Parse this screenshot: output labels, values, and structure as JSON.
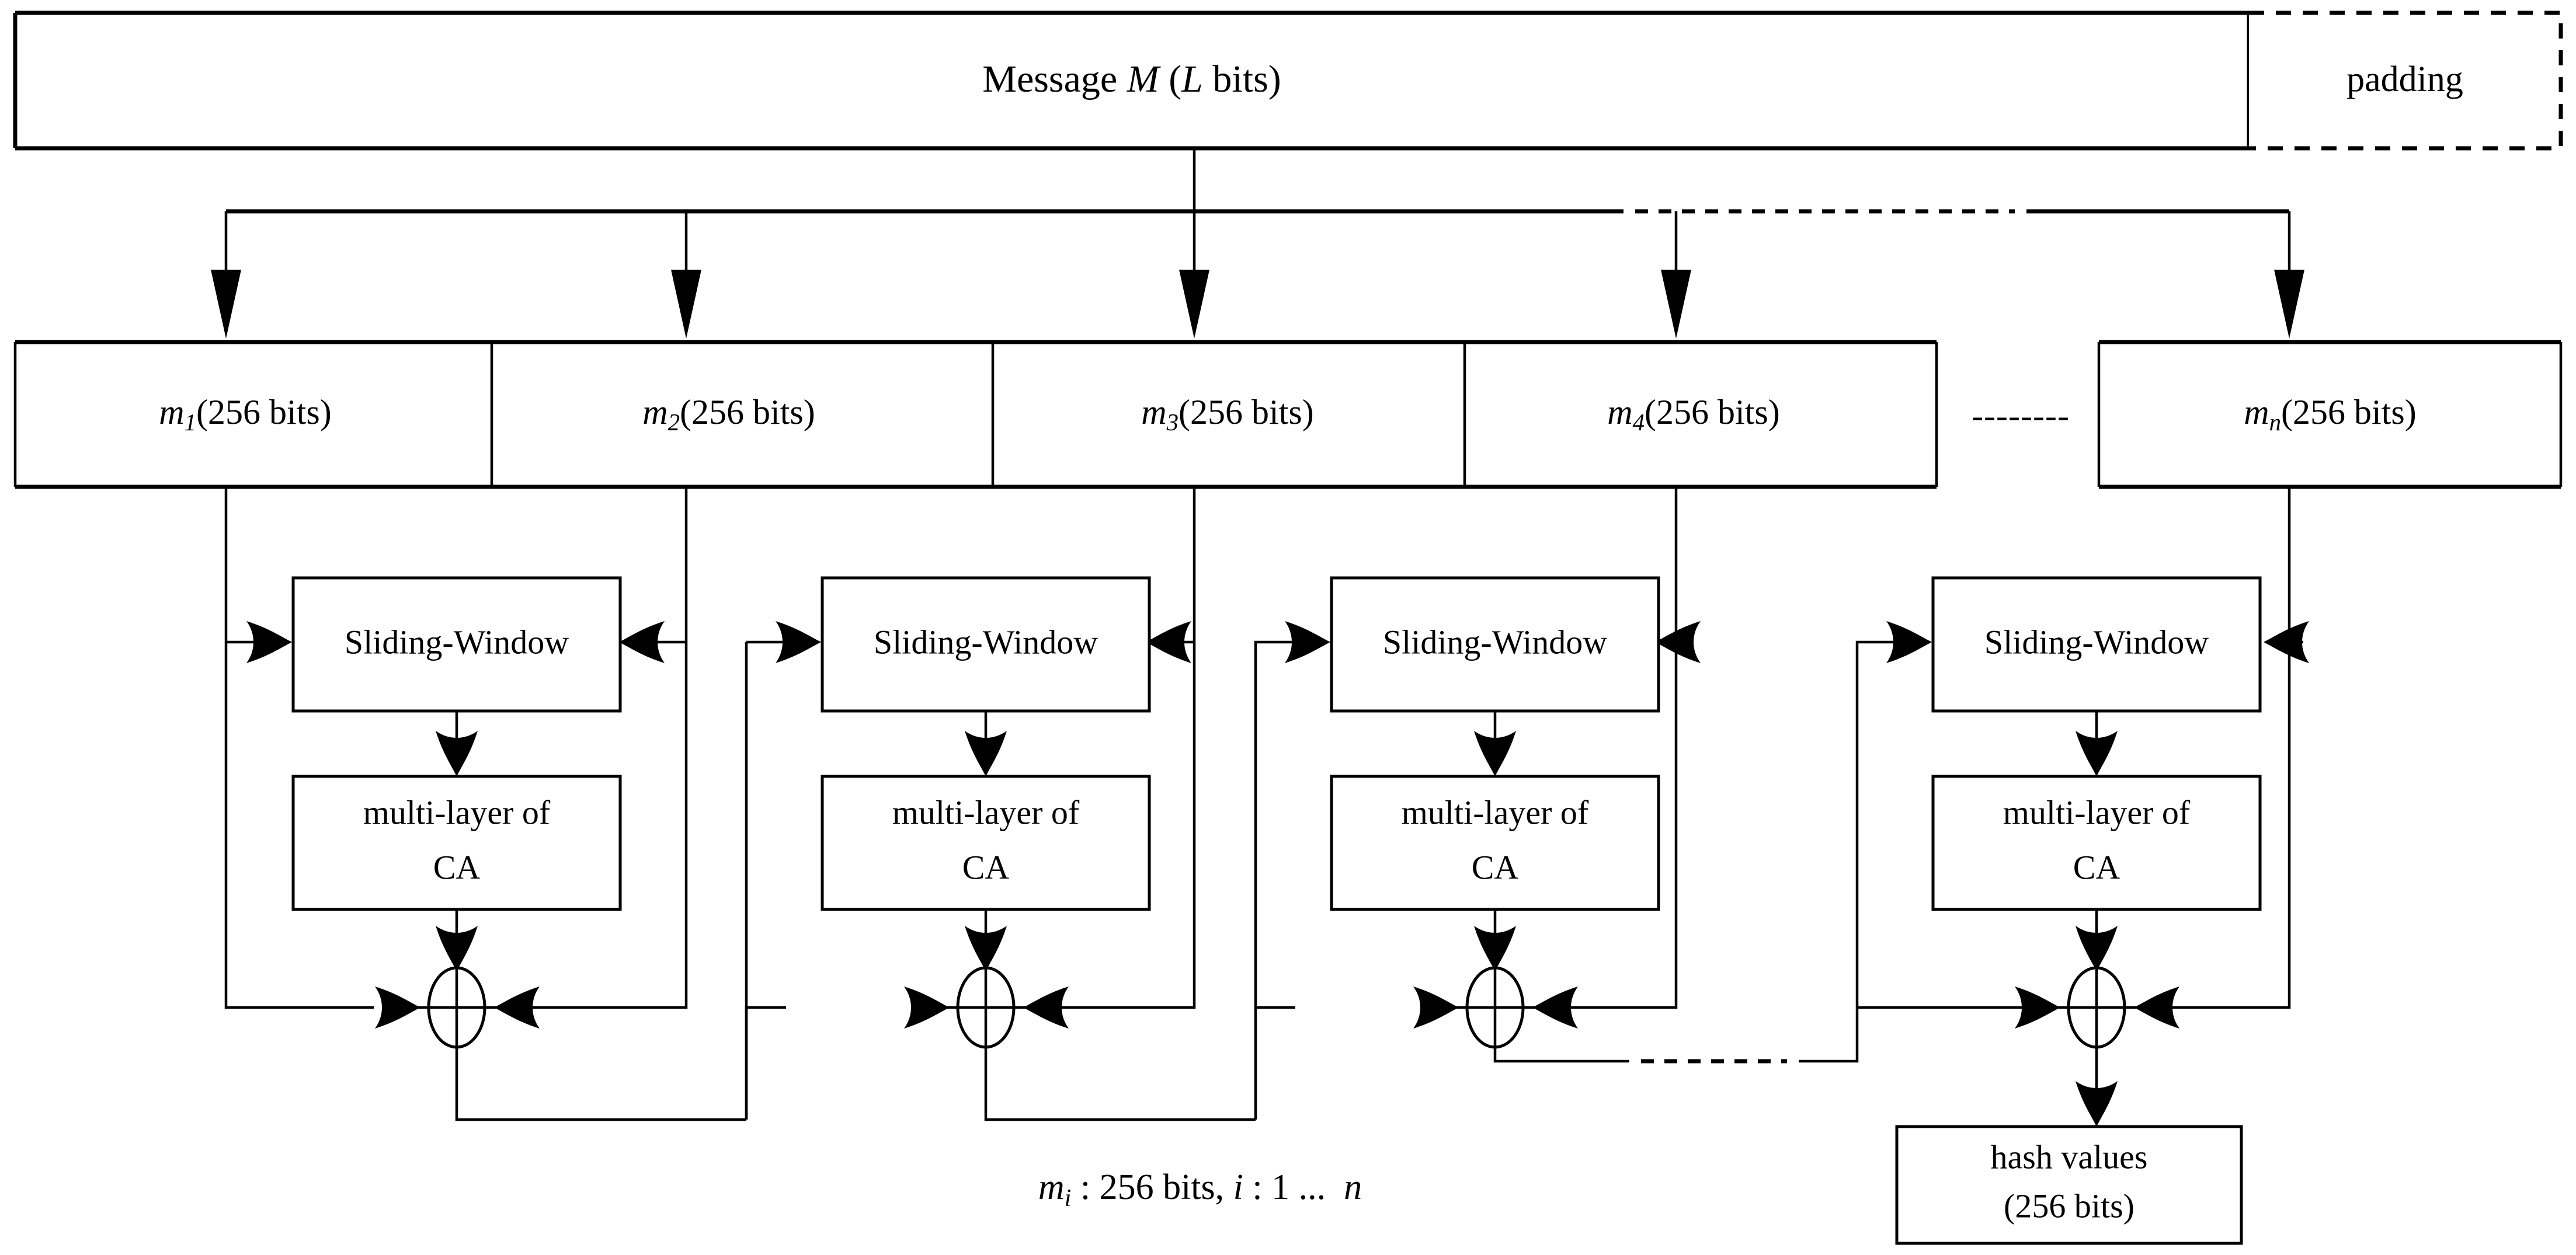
{
  "diagram": {
    "title_block": {
      "label": "Message M (L bits)",
      "label_prefix": "Message ",
      "label_var1": "M",
      "label_mid": " (",
      "label_var2": "L",
      "label_suffix": " bits)"
    },
    "padding_block": {
      "label": "padding"
    },
    "message_blocks": [
      {
        "name": "m",
        "subscript": "1",
        "size": "(256 bits)"
      },
      {
        "name": "m",
        "subscript": "2",
        "size": "(256 bits)"
      },
      {
        "name": "m",
        "subscript": "3",
        "size": "(256 bits)"
      },
      {
        "name": "m",
        "subscript": "4",
        "size": "(256 bits)"
      },
      {
        "name": "m",
        "subscript": "n",
        "size": "(256 bits)"
      }
    ],
    "ellipsis_between_blocks": "--------",
    "stages": [
      {
        "sliding_window": "Sliding-Window",
        "ca_line1": "multi-layer of",
        "ca_line2": "CA",
        "xor": "xor-operator"
      },
      {
        "sliding_window": "Sliding-Window",
        "ca_line1": "multi-layer of",
        "ca_line2": "CA",
        "xor": "xor-operator"
      },
      {
        "sliding_window": "Sliding-Window",
        "ca_line1": "multi-layer of",
        "ca_line2": "CA",
        "xor": "xor-operator"
      },
      {
        "sliding_window": "Sliding-Window",
        "ca_line1": "multi-layer of",
        "ca_line2": "CA",
        "xor": "xor-operator"
      }
    ],
    "output_block": {
      "line1": "hash values",
      "line2": "(256 bits)"
    },
    "caption": {
      "var_m": "m",
      "sub_i": "i",
      "text_mid": " : 256 bits, ",
      "var_i": "i",
      "text_range": " : 1 ...  ",
      "var_n": "n"
    },
    "colors": {
      "stroke": "#000000",
      "background": "#ffffff"
    }
  }
}
